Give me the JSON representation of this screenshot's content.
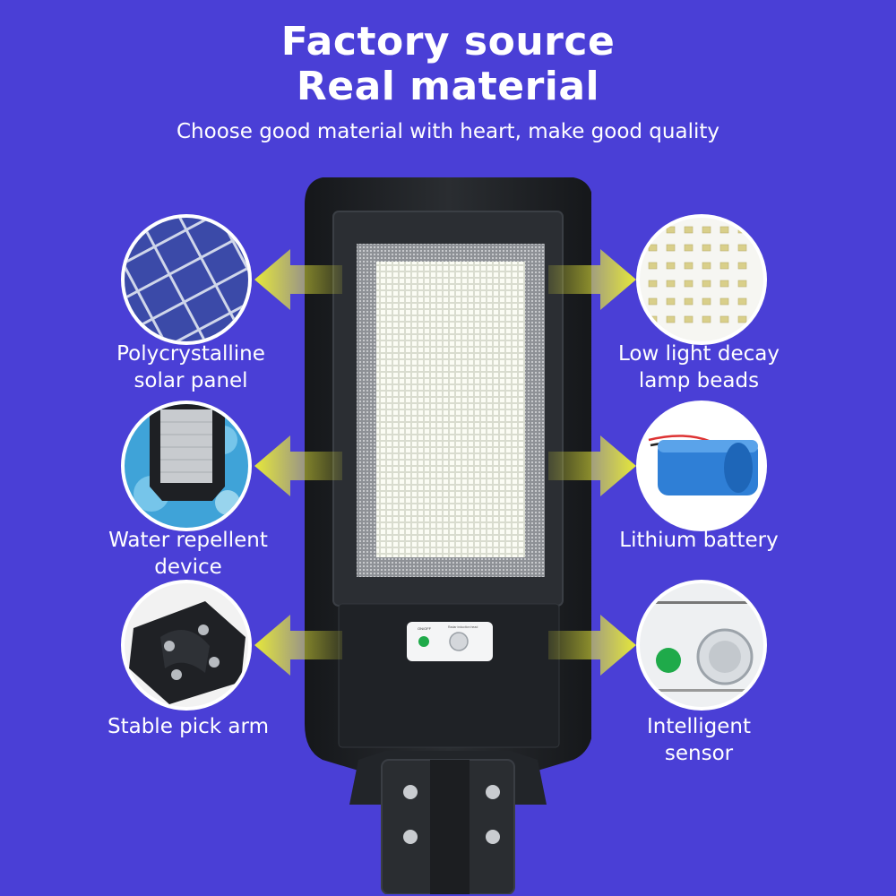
{
  "headline": {
    "line1": "Factory source",
    "line2": "Real material"
  },
  "subtitle": "Choose good material with heart, make good quality",
  "colors": {
    "background": "#4a3fd6",
    "arrow": "#e6e83a",
    "lamp_body": "#1b1d21",
    "led_panel": "#f2f3ea"
  },
  "features_left": [
    {
      "icon": "solar-panel-icon",
      "line1": "Polycrystalline",
      "line2": "solar panel"
    },
    {
      "icon": "water-drop-panel-icon",
      "line1": "Water repellent",
      "line2": "device"
    },
    {
      "icon": "mount-arm-icon",
      "line1": "Stable pick arm",
      "line2": ""
    }
  ],
  "features_right": [
    {
      "icon": "led-beads-icon",
      "line1": "Low light decay",
      "line2": "lamp beads"
    },
    {
      "icon": "battery-icon",
      "line1": "Lithium battery",
      "line2": ""
    },
    {
      "icon": "sensor-icon",
      "line1": "Intelligent",
      "line2": "sensor"
    }
  ],
  "lamp": {
    "switch_label": "ON/OFF",
    "sensor_label": "Radar induction head"
  }
}
